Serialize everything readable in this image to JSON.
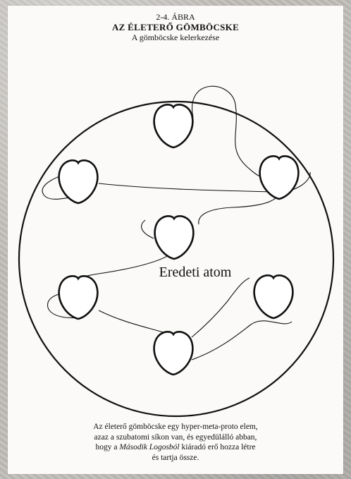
{
  "figure": {
    "number": "2-4. ÁBRA",
    "title": "AZ ÉLETERŐ GÖMBÖCSKE",
    "subtitle": "A gömböcske kelerkezése"
  },
  "diagram": {
    "center_label": "Eredeti atom"
  },
  "caption": {
    "line1": "Az életerő gömböcske egy hyper-meta-proto elem,",
    "line2": "azaz a szubatomi síkon van, és egyedülálló abban,",
    "line3_pre": "hogy a ",
    "line3_em": "Második Logosból",
    "line3_post": " kiáradó erő hozza létre",
    "line4": "és tartja össze."
  }
}
